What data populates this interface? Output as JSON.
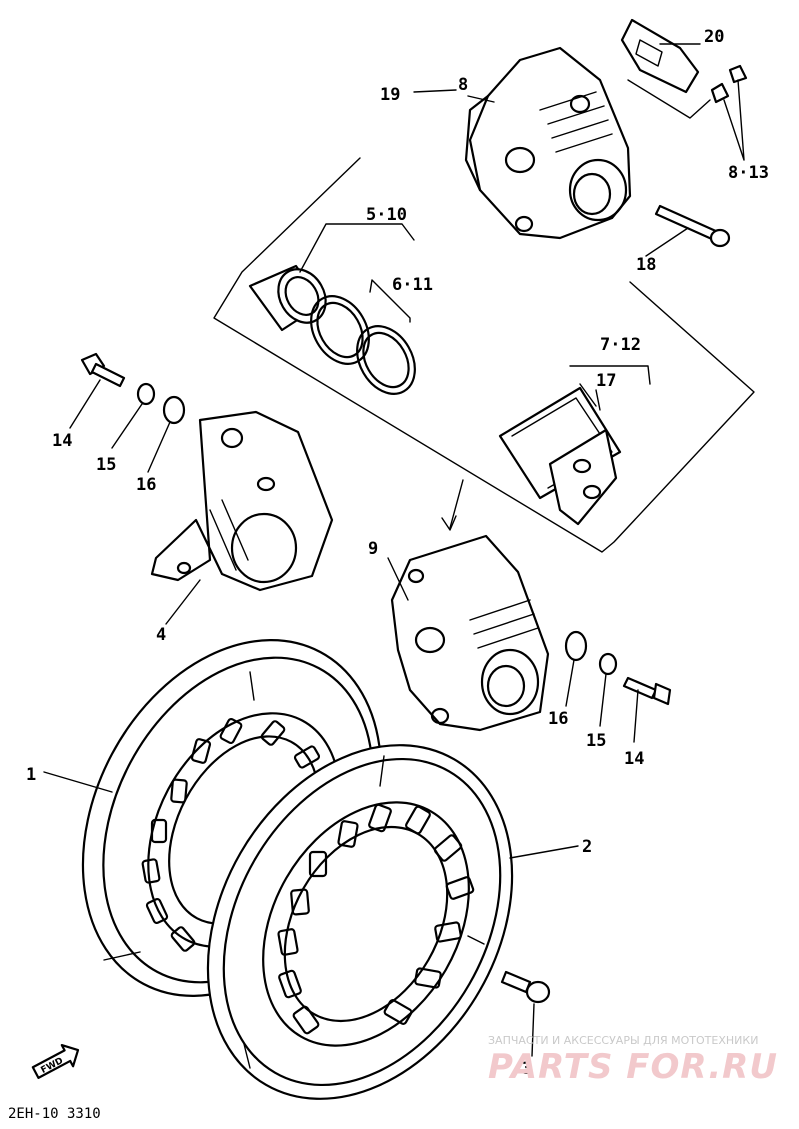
{
  "parts": [
    {
      "id": "p1",
      "label": "1"
    },
    {
      "id": "p2",
      "label": "2"
    },
    {
      "id": "p3",
      "label": "3"
    },
    {
      "id": "p4",
      "label": "4"
    },
    {
      "id": "p9",
      "label": "9"
    },
    {
      "id": "p14a",
      "label": "14"
    },
    {
      "id": "p15a",
      "label": "15"
    },
    {
      "id": "p16a",
      "label": "16"
    },
    {
      "id": "p14b",
      "label": "14"
    },
    {
      "id": "p15b",
      "label": "15"
    },
    {
      "id": "p16b",
      "label": "16"
    },
    {
      "id": "p18",
      "label": "18"
    },
    {
      "id": "p19",
      "label": "19"
    },
    {
      "id": "p8",
      "label": "8"
    },
    {
      "id": "p20",
      "label": "20"
    },
    {
      "id": "p813",
      "label": "8·13"
    },
    {
      "id": "p510",
      "label": "5·10"
    },
    {
      "id": "p611",
      "label": "6·11"
    },
    {
      "id": "p712",
      "label": "7·12"
    },
    {
      "id": "p17",
      "label": "17"
    }
  ],
  "diagram_code": "2EH-10 3310",
  "forward_marker": "FWD",
  "watermark": {
    "tagline": "ЗАПЧАСТИ И АКСЕССУАРЫ ДЛЯ МОТОТЕХНИКИ",
    "brand": "PARTS FOR.RU"
  }
}
